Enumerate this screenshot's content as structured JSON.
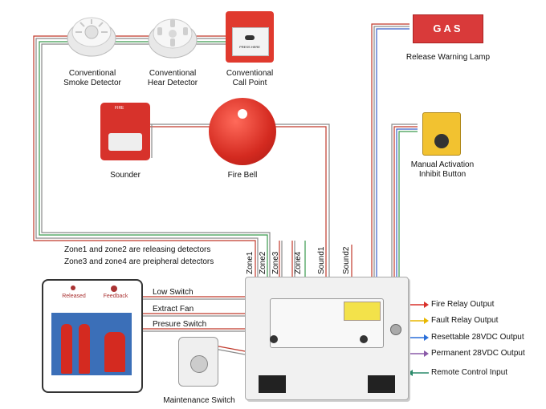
{
  "devices": {
    "smoke_detector": "Conventional\nSmoke Detector",
    "heat_detector": "Conventional\nHear Detector",
    "call_point": "Conventional\nCall Point",
    "release_lamp": "Release Warning Lamp",
    "sounder": "Sounder",
    "fire_bell": "Fire Bell",
    "inhibit_button": "Manual Activation\nInhibit Button",
    "maintenance_switch": "Maintenance Switch"
  },
  "device_text": {
    "call_point_glass": "PRESS HERE",
    "sounder_badge": "FIRE",
    "release_lamp_text": "GAS",
    "cylinder_released": "Released",
    "cylinder_feedback": "Feedback"
  },
  "notes": {
    "line1": "Zone1 and zone2 are releasing detectors",
    "line2": "Zone3 and zone4 are preipheral detectors"
  },
  "panel_inputs": [
    "Zone1",
    "Zone2",
    "Zone3",
    "Zone4",
    "Sound1",
    "Sound2"
  ],
  "left_connections": [
    "Low Switch",
    "Extract Fan",
    "Presure Switch"
  ],
  "outputs": [
    {
      "label": "Fire Relay Output",
      "color": "#d9302a"
    },
    {
      "label": "Fault Relay Output",
      "color": "#e8b700"
    },
    {
      "label": "Resettable 28VDC Output",
      "color": "#2a6fd9"
    },
    {
      "label": "Permanent 28VDC Output",
      "color": "#8a5aa8"
    },
    {
      "label": "Remote Control Input",
      "color": "#2a8a6a"
    }
  ],
  "wire_colors": {
    "red": "#c0392b",
    "gray": "#8a8a8a",
    "green": "#2e9a4e",
    "blue": "#3a5fc8"
  }
}
